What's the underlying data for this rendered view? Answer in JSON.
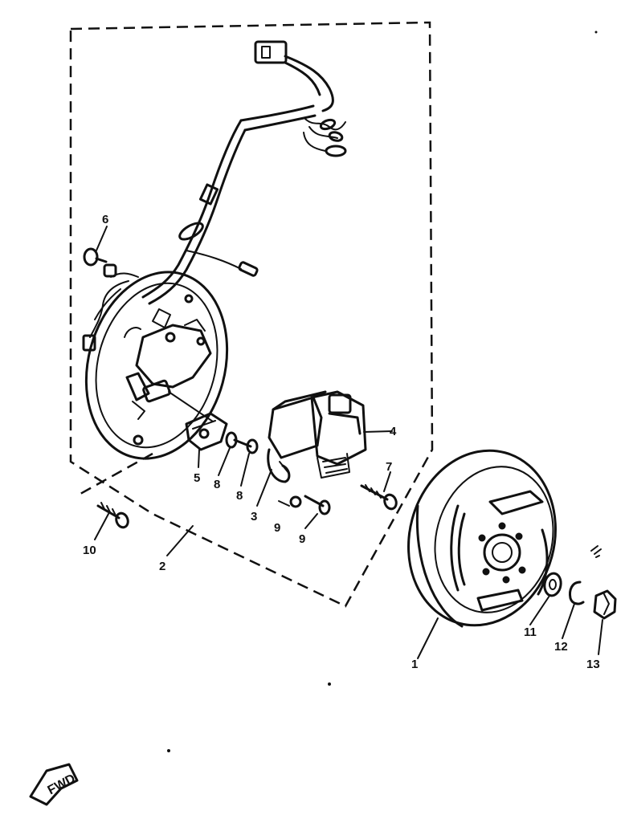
{
  "diagram": {
    "callouts": [
      {
        "id": "1",
        "text": "1"
      },
      {
        "id": "2",
        "text": "2"
      },
      {
        "id": "3",
        "text": "3"
      },
      {
        "id": "4",
        "text": "4"
      },
      {
        "id": "5",
        "text": "5"
      },
      {
        "id": "6",
        "text": "6"
      },
      {
        "id": "7",
        "text": "7"
      },
      {
        "id": "8a",
        "text": "8"
      },
      {
        "id": "8b",
        "text": "8"
      },
      {
        "id": "9a",
        "text": "9"
      },
      {
        "id": "9b",
        "text": "9"
      },
      {
        "id": "10",
        "text": "10"
      },
      {
        "id": "11",
        "text": "11"
      },
      {
        "id": "12",
        "text": "12"
      },
      {
        "id": "13",
        "text": "13"
      }
    ],
    "fwd_marker": "FWD"
  }
}
